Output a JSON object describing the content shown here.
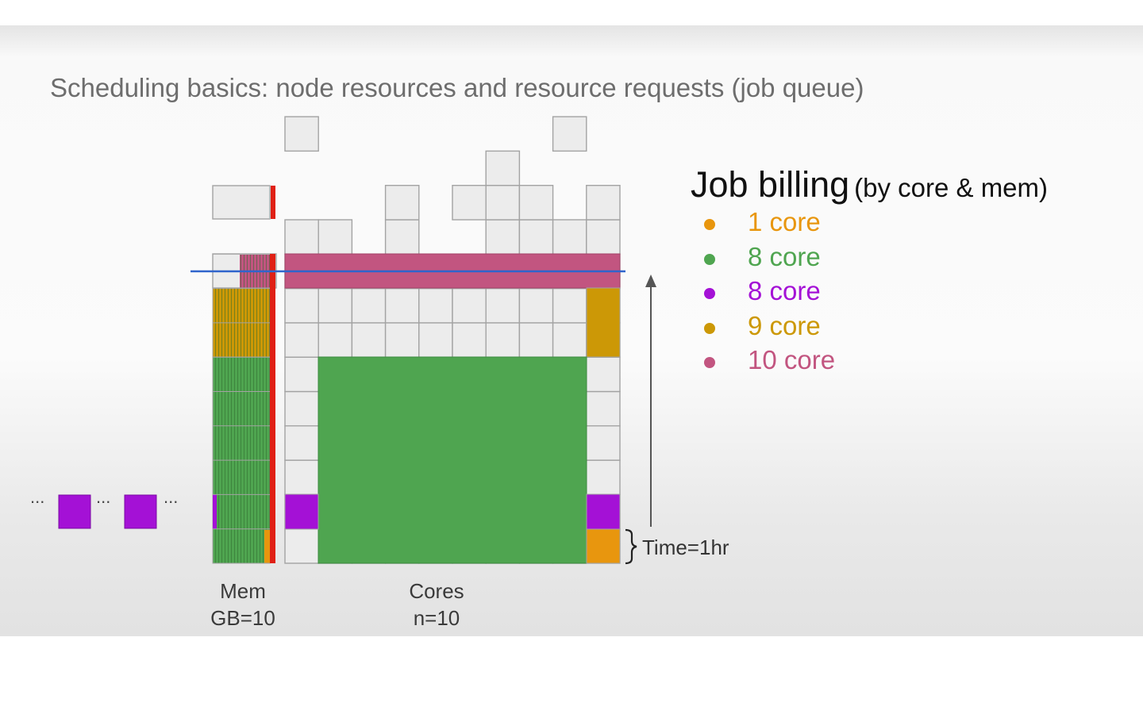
{
  "title": "Scheduling basics: node resources and resource requests (job queue)",
  "axes": {
    "mem_label_line1": "Mem",
    "mem_label_line2": "GB=10",
    "cores_label_line1": "Cores",
    "cores_label_line2": "n=10",
    "time_label": "Time=1hr",
    "queue_dots": "..."
  },
  "legend": {
    "title": "Job billing",
    "subtitle": "(by core & mem)",
    "items": [
      {
        "label": "1 core",
        "color": "#e8960e"
      },
      {
        "label": "8 core",
        "color": "#4fa550"
      },
      {
        "label": "8 core",
        "color": "#a411d6"
      },
      {
        "label": "9 core",
        "color": "#cc9806"
      },
      {
        "label": "10 core",
        "color": "#c25580"
      }
    ]
  },
  "colors": {
    "grid_cell": "#ececec",
    "grid_line": "#a3a3a3",
    "mem_limit_line": "#e02015",
    "time_marker_line": "#2f64cc",
    "arrow": "#555555"
  }
}
